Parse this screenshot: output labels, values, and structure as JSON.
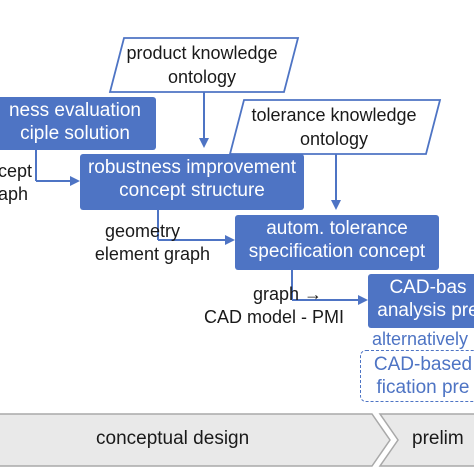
{
  "product_ontology": {
    "line1": "product knowledge",
    "line2": "ontology"
  },
  "tolerance_ontology": {
    "line1": "tolerance knowledge",
    "line2": "ontology"
  },
  "robustness_evaluation": {
    "line1": "ness evaluation",
    "line2": "ciple solution"
  },
  "robustness_improvement": {
    "line1": "robustness improvement",
    "line2": "concept structure"
  },
  "auto_tolerance": {
    "line1": "autom. tolerance",
    "line2": "specification concept"
  },
  "cad_analysis": {
    "line1": "CAD-bas",
    "line2": "analysis pre"
  },
  "cad_spec": {
    "line1": "CAD-based",
    "line2": "fication pre"
  },
  "labels": {
    "concept_graph_1": "cept",
    "concept_graph_2": "aph",
    "geometry_1": "geometry",
    "geometry_2": "element graph",
    "graph_cad_1": "graph →",
    "graph_cad_2": "CAD model - PMI",
    "alternatively": "alternatively"
  },
  "phases": {
    "conceptual": "conceptual design",
    "preliminary": "prelim"
  },
  "colors": {
    "box": "#4e74c4",
    "phase_fill": "#e9e9e9",
    "phase_stroke": "#a9a9a9"
  }
}
